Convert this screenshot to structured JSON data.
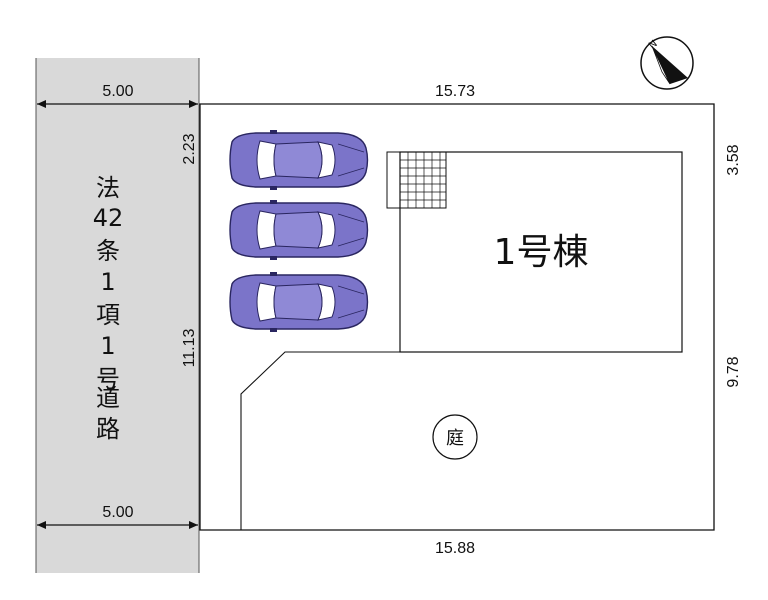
{
  "road": {
    "label_lines": [
      "法",
      "42",
      "条",
      "1",
      "項",
      "1",
      "号",
      "道",
      "路"
    ],
    "width_top": "5.00",
    "width_bottom": "5.00",
    "fill_color": "#d9d9d9"
  },
  "lot": {
    "top_width": "15.73",
    "bottom_width": "15.88",
    "left_upper": "2.23",
    "left_lower": "11.13",
    "right_upper": "3.58",
    "right_lower": "9.78"
  },
  "house": {
    "label": "1号棟"
  },
  "garden": {
    "label": "庭"
  },
  "parking": {
    "car_count": 3,
    "car_color": "#7b74c9"
  },
  "compass": {
    "label": "N",
    "icon": "north-arrow-icon"
  }
}
